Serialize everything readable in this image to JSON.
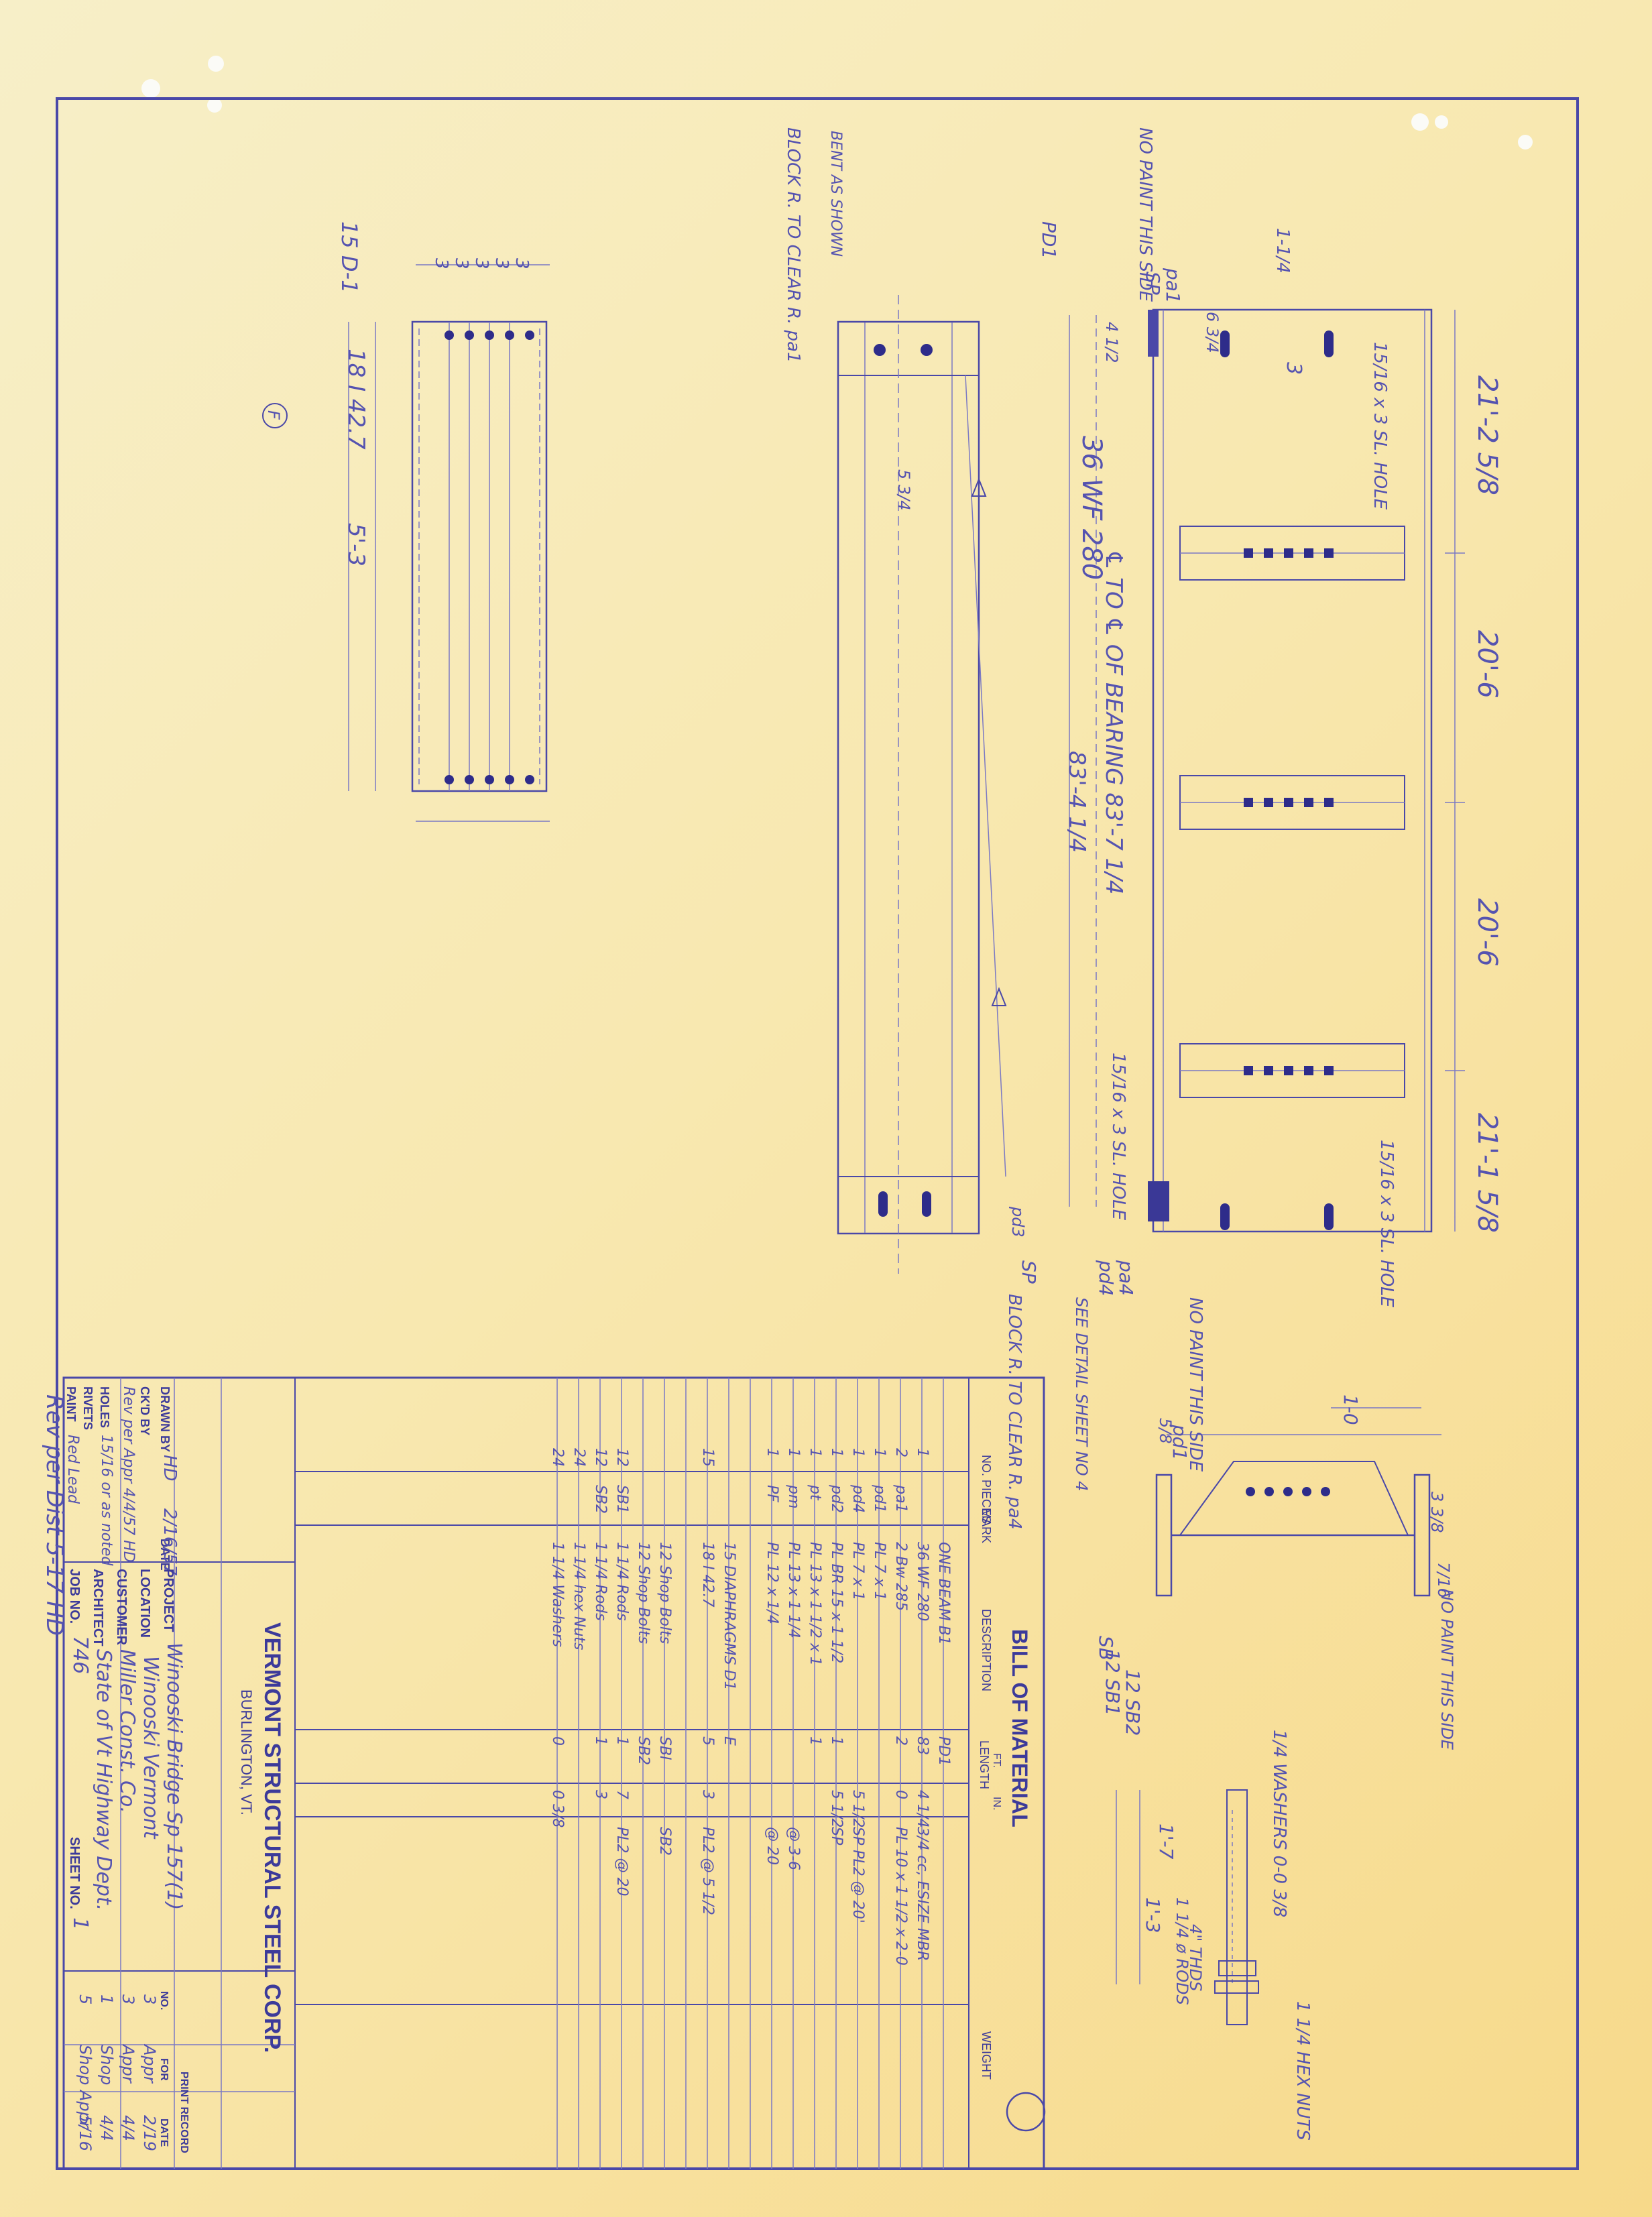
{
  "title_block": {
    "company": "VERMONT STRUCTURAL STEEL CORP.",
    "city": "BURLINGTON, VT.",
    "labels": {
      "drawn_by": "DRAWN BY",
      "ckd_by": "CK'D BY",
      "holes": "HOLES",
      "rivets": "RIVETS",
      "paint": "PAINT",
      "date": "DATE",
      "project": "PROJECT",
      "location": "LOCATION",
      "customer": "CUSTOMER",
      "architect": "ARCHITECT",
      "job_no": "JOB NO.",
      "sheet_no": "SHEET NO.",
      "print_record": "PRINT RECORD",
      "no": "NO.",
      "for": "FOR",
      "date2": "DATE"
    },
    "values": {
      "drawn_by": "HD",
      "drawn_date": "2/16/57",
      "ckd_by": "",
      "revised": "Rev per Appr 4/4/57 HD",
      "holes": "15/16 or as noted",
      "paint": "Red Lead",
      "project": "Winooski Bridge  Sp 157(1)",
      "location": "Winooski  Vermont",
      "customer": "Miller Const. Co.",
      "architect": "State of Vt Highway Dept.",
      "job_no": "746",
      "sheet_no": "1"
    },
    "print_record": [
      {
        "no": "3",
        "for": "Appr",
        "date": "2/19"
      },
      {
        "no": "3",
        "for": "Appr",
        "date": "4/4"
      },
      {
        "no": "1",
        "for": "Shop",
        "date": "4/4"
      },
      {
        "no": "5",
        "for": "Shop Appr",
        "date": "5/16"
      }
    ]
  },
  "bom": {
    "heading": "BILL OF MATERIAL",
    "col_no_pieces": "NO. PIECES",
    "col_mark": "MARK",
    "col_description": "DESCRIPTION",
    "col_length": "LENGTH",
    "col_ft": "FT.",
    "col_in": "IN.",
    "col_weight": "WEIGHT",
    "rows": [
      {
        "no": "",
        "mark": "",
        "desc": "ONE BEAM B1",
        "ft": "PD1",
        "inch": "",
        "note": ""
      },
      {
        "no": "1",
        "mark": "",
        "desc": "36 WF 280",
        "ft": "83",
        "inch": "4 1/4",
        "note": "3/4 cc, ESIZE MBR"
      },
      {
        "no": "2",
        "mark": "pa1",
        "desc": "2 Bw 285",
        "ft": "2",
        "inch": "0",
        "note": "PL 10 x 1 1/2 x 2-0"
      },
      {
        "no": "1",
        "mark": "pd1",
        "desc": "PL 7 x 1",
        "ft": "",
        "inch": "",
        "note": ""
      },
      {
        "no": "1",
        "mark": "pd4",
        "desc": "PL 7 x 1",
        "ft": "",
        "inch": "5 1/2",
        "note": "SP PL2 @ 20'"
      },
      {
        "no": "1",
        "mark": "pd2",
        "desc": "PL BR 15 x 1 1/2",
        "ft": "1",
        "inch": "5 1/2",
        "note": "SP"
      },
      {
        "no": "1",
        "mark": "pt",
        "desc": "PL 13 x 1 1/2 x 1",
        "ft": "1",
        "inch": "",
        "note": ""
      },
      {
        "no": "1",
        "mark": "pm",
        "desc": "PL 13 x 1 1/4",
        "ft": "",
        "inch": "",
        "note": "@ 3-6"
      },
      {
        "no": "1",
        "mark": "PF",
        "desc": "PL 12 x 1/4",
        "ft": "",
        "inch": "",
        "note": "@ 20"
      },
      {
        "no": "",
        "mark": "",
        "desc": "",
        "ft": "",
        "inch": "",
        "note": ""
      },
      {
        "no": "",
        "mark": "",
        "desc": "15 DIAPHRAGMS D1",
        "ft": "E",
        "inch": "",
        "note": ""
      },
      {
        "no": "15",
        "mark": "",
        "desc": "18 I 42.7",
        "ft": "5",
        "inch": "3",
        "note": "PL2 @ 5 1/2"
      },
      {
        "no": "",
        "mark": "",
        "desc": "",
        "ft": "",
        "inch": "",
        "note": ""
      },
      {
        "no": "",
        "mark": "",
        "desc": "12 Shop Bolts",
        "ft": "SBI",
        "inch": "",
        "note": "SB2"
      },
      {
        "no": "",
        "mark": "",
        "desc": "12 Shop Bolts",
        "ft": "SB2",
        "inch": "",
        "note": ""
      },
      {
        "no": "12",
        "mark": "SB1",
        "desc": "1 1/4 Rods",
        "ft": "1",
        "inch": "7",
        "note": "PL2 @ 20"
      },
      {
        "no": "12",
        "mark": "SB2",
        "desc": "1 1/4 Rods",
        "ft": "1",
        "inch": "3",
        "note": ""
      },
      {
        "no": "24",
        "mark": "",
        "desc": "1 1/4 hex Nuts",
        "ft": "",
        "inch": "",
        "note": ""
      },
      {
        "no": "24",
        "mark": "",
        "desc": "1 1/4 Washers",
        "ft": "0",
        "inch": "0 3/8",
        "note": ""
      }
    ]
  },
  "drawing": {
    "beam_label": "36 WF 280",
    "bearing_text": "℄ TO ℄ OF BEARING   83'-7 1/4",
    "bearing_alt": "83'-4 1/4",
    "dims_bottom": [
      "21'-2 5/8",
      "20'-6",
      "20'-6",
      "21'-1 5/8"
    ],
    "mark_pd1": "PD1",
    "mark_sp_top": "SP",
    "mark_sp_bot": "SP",
    "mark_pa1": "pa1",
    "mark_pa4": "pa4",
    "mark_pd4": "pd4",
    "mark_pd3": "pd3",
    "no_paint_top": "NO PAINT THIS SIDE",
    "no_paint_bot": "NO PAINT THIS SIDE",
    "block_top": "BLOCK R. TO CLEAR R. pa1",
    "block_bot": "BLOCK R. TO CLEAR R. pa4",
    "see_detail": "SEE DETAIL SHEET NO 4",
    "bent_note": "BENT AS SHOWN",
    "slot_top": "15/16 x 3 SL. HOLE",
    "slot_mid": "15/16 x 3 SL. HOLE",
    "slot_bot": "15/16 x 3 SL. HOLE",
    "dim_3": "3",
    "dim_4half": "4 1/2",
    "dim_6": "6 3/4",
    "dim_1": "1-1/4",
    "dim_5": "5 3/4",
    "diaphragm_label": "15 D-1",
    "diaphragm_size": "18 I 42.7",
    "diaphragm_len": "5'-3",
    "diaphragm_spaces": [
      "3",
      "3",
      "3",
      "3",
      "3"
    ],
    "circle_f": "F",
    "section_pd1": "pd1",
    "section_1_0": "1-0",
    "section_3": "3 3/8",
    "section_7": "7/16",
    "section_no_paint": "NO PAINT THIS SIDE",
    "section_5_8": "5/8",
    "rod_sb1": "12 SB1",
    "rod_sb2": "12 SB2",
    "rod_mark": "SB",
    "rod_len1": "1'-7",
    "rod_len2": "1'-3",
    "rod_dia": "1 1/4 ø RODS",
    "rod_thds": "4\" THDS",
    "rod_washers": "1/4 WASHERS 0-0 3/8",
    "rod_nuts": "1 1/4 HEX NUTS",
    "rev_note": "Rev per Dist 5-17 HD"
  }
}
